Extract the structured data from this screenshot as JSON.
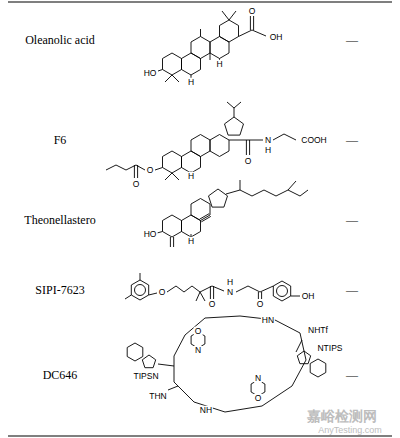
{
  "diagram": {
    "labels": [
      "Oleanolic acid",
      "HO",
      "H",
      "H",
      "O",
      "OH",
      "—",
      "F6",
      "O",
      "O",
      "H",
      "O",
      "N",
      "H",
      "COOH",
      "—",
      "Theonellastero",
      "HO",
      "H",
      "—",
      "SIPI-7623",
      "O",
      "O",
      "N",
      "H",
      "O",
      "OH",
      "—",
      "DC646",
      "NHTf",
      "NTIPS",
      "TIPSN",
      "THN",
      "N",
      "O",
      "N",
      "O",
      "HN",
      "NH",
      "—",
      "嘉峪检测网",
      "AnyTesting.com"
    ]
  }
}
